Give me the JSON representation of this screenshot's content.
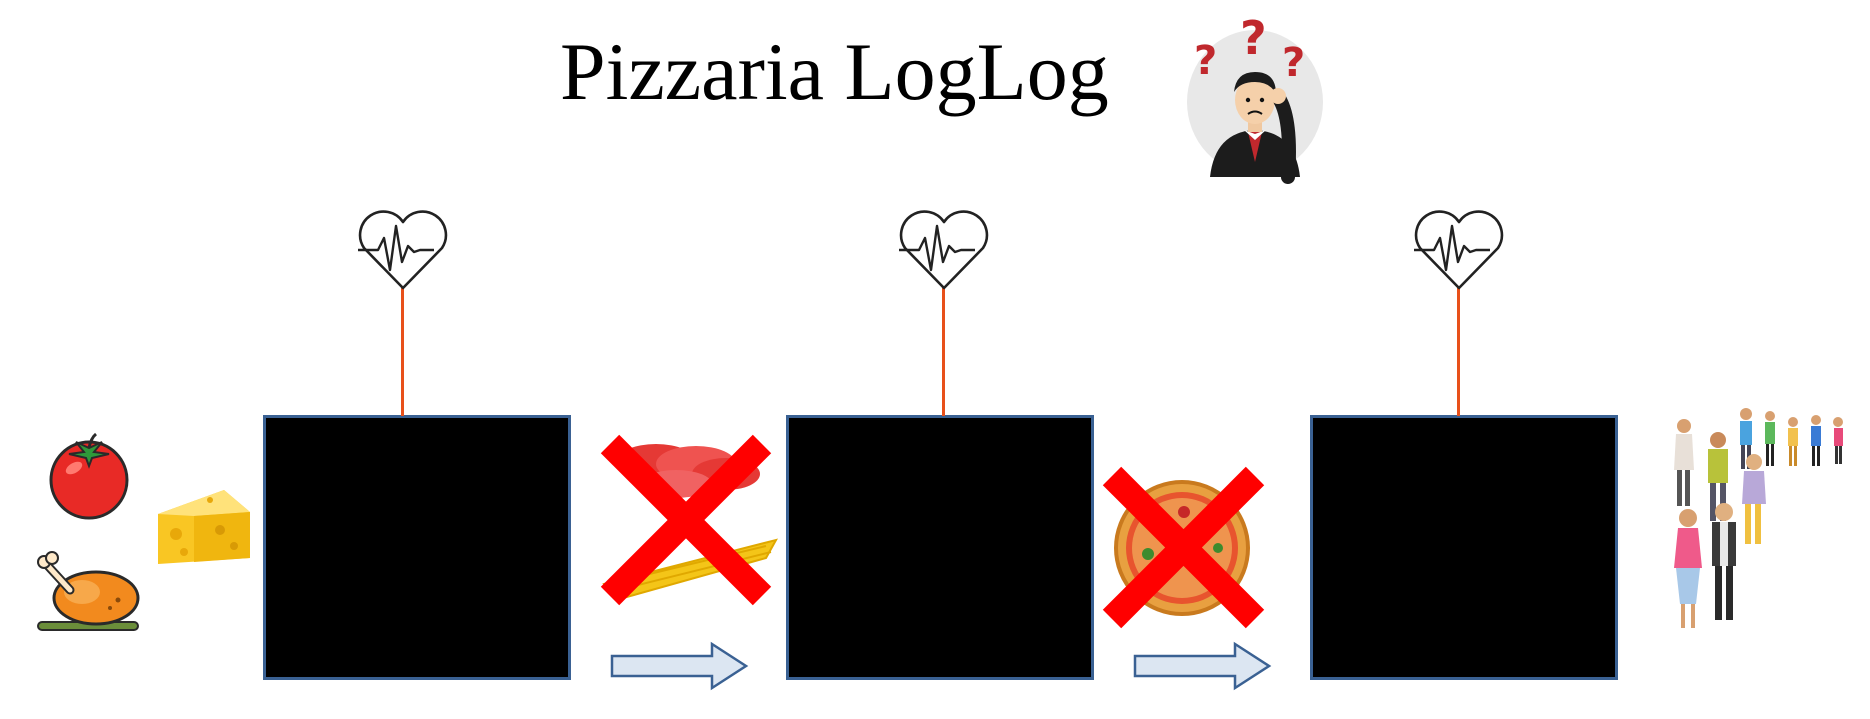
{
  "title": "Pizzaria LogLog",
  "icons": {
    "confused_person": "confused-person-icon",
    "heartbeat": "heartbeat-monitor-icon",
    "ingredients": [
      "tomato-icon",
      "cheese-icon",
      "chicken-icon"
    ],
    "intermediate_1": "pizza-dough-with-tomato-icon",
    "intermediate_2": "pizza-icon",
    "customers": "customer-queue-icon"
  },
  "stages": [
    {
      "id": "stage-1",
      "status": "hidden"
    },
    {
      "id": "stage-2",
      "status": "hidden"
    },
    {
      "id": "stage-3",
      "status": "hidden"
    }
  ],
  "colors": {
    "box_fill": "#000000",
    "box_border": "#3a6193",
    "monitor_line": "#e8501a",
    "cross": "#ff0000",
    "arrow_fill": "#dce6f2",
    "arrow_stroke": "#3a6193"
  }
}
